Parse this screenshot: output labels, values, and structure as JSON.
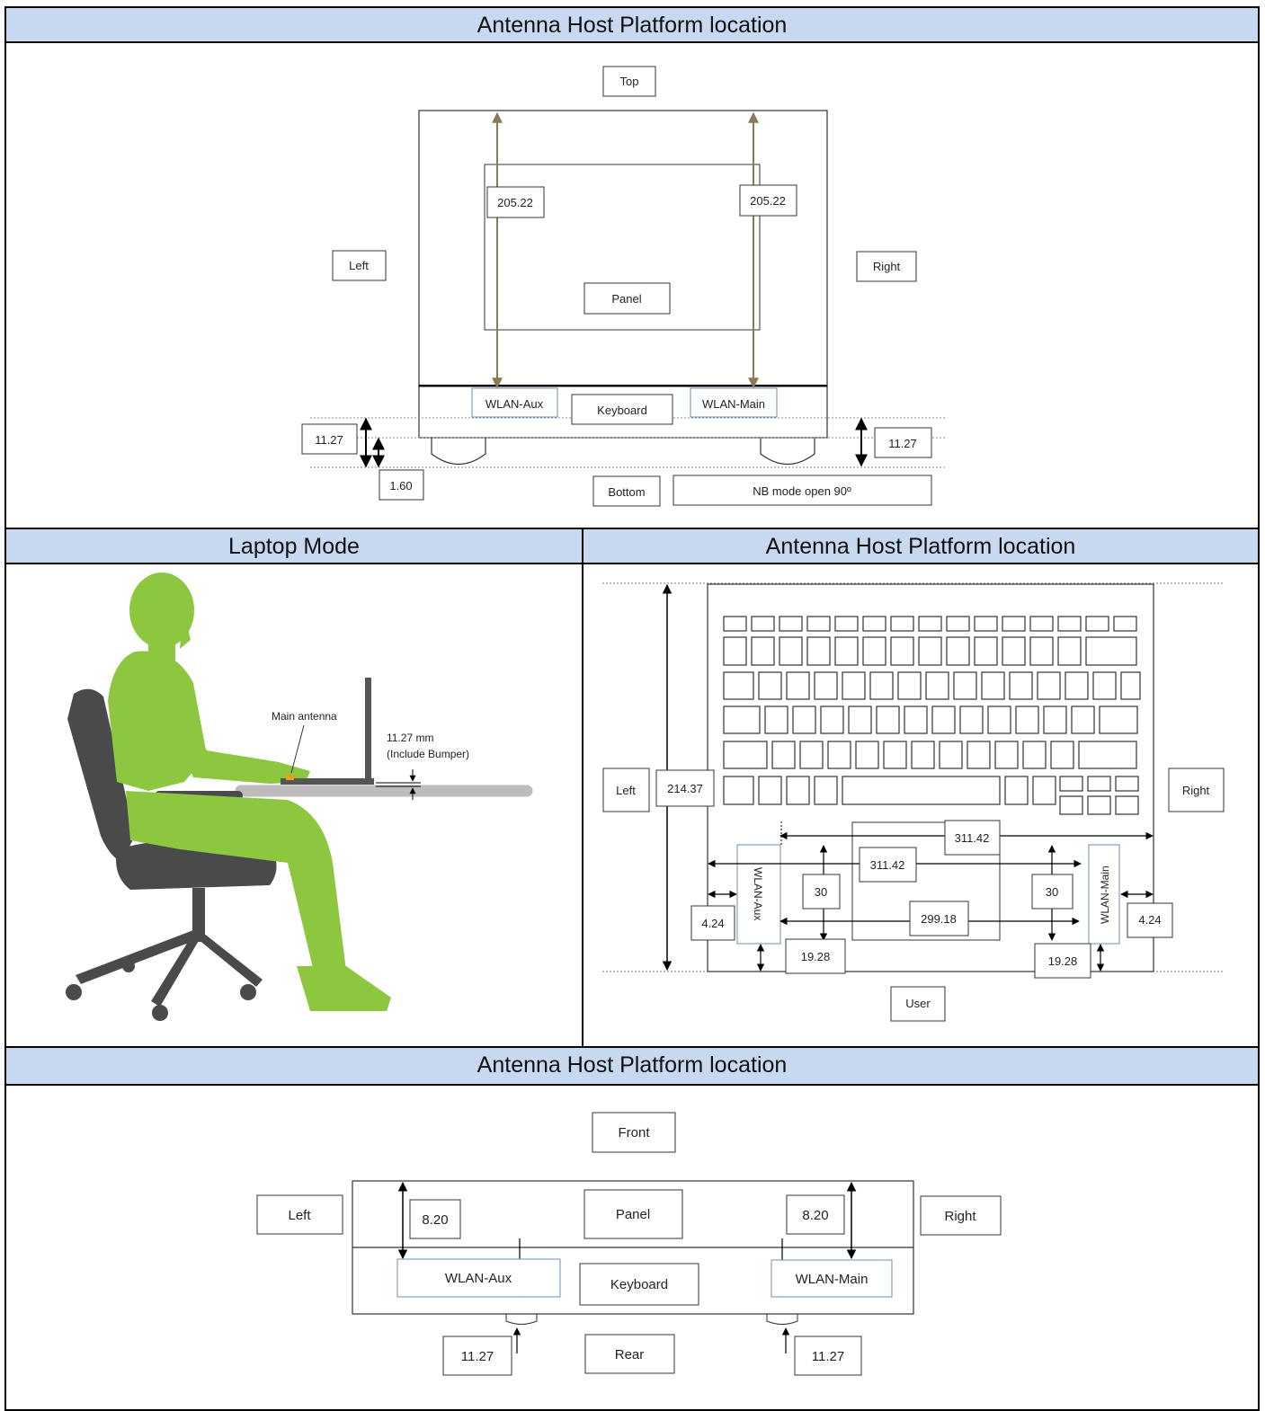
{
  "sections": {
    "top": "Antenna Host Platform location",
    "laptop_mode": "Laptop Mode",
    "middle_right": "Antenna Host Platform location",
    "bottom": "Antenna Host Platform location"
  },
  "diagram1": {
    "top": "Top",
    "left": "Left",
    "right": "Right",
    "panel": "Panel",
    "dim_left": "205.22",
    "dim_right": "205.22",
    "wlan_aux": "WLAN-Aux",
    "keyboard": "Keyboard",
    "wlan_main": "WLAN-Main",
    "height_left": "11.27",
    "bumper": "1.60",
    "height_right": "11.27",
    "bottom": "Bottom",
    "mode": "NB mode open 90º"
  },
  "laptop": {
    "antenna": "Main antenna",
    "height": "11.27 mm",
    "note": "(Include Bumper)"
  },
  "diagram2": {
    "left": "Left",
    "right": "Right",
    "height": "214.37",
    "width_top": "311.42",
    "width_mid": "311.42",
    "aux_label": "WLAN-Aux",
    "main_label": "WLAN-Main",
    "d30_left": "30",
    "d30_right": "30",
    "edge_left": "4.24",
    "edge_right": "4.24",
    "spacing": "299.18",
    "bottom_left": "19.28",
    "bottom_right": "19.28",
    "user": "User"
  },
  "diagram3": {
    "front": "Front",
    "left": "Left",
    "right": "Right",
    "panel": "Panel",
    "dim_left": "8.20",
    "dim_right": "8.20",
    "wlan_aux": "WLAN-Aux",
    "keyboard": "Keyboard",
    "wlan_main": "WLAN-Main",
    "h_left": "11.27",
    "rear": "Rear",
    "h_right": "11.27"
  }
}
